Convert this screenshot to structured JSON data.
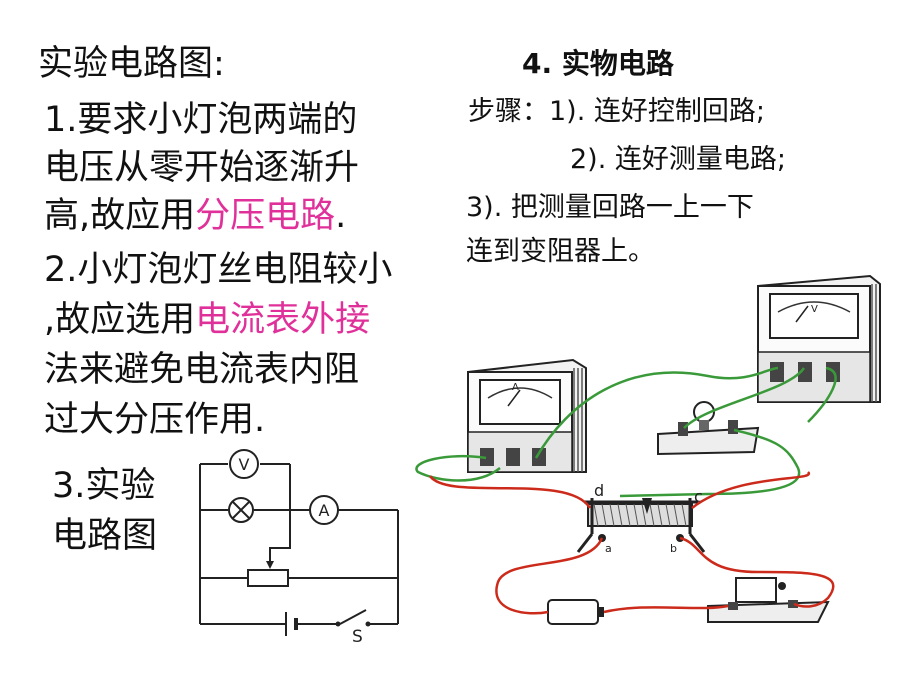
{
  "left": {
    "title": "实验电路图:",
    "point1": {
      "line1": "1.要求小灯泡两端的",
      "line2": "电压从零开始逐渐升",
      "line3_plain": "高,故应用",
      "line3_highlight": "分压电路",
      "line3_end": "."
    },
    "point2": {
      "line1": "2.小灯泡灯丝电阻较小",
      "line2_plain": ",故应选用",
      "line2_highlight": "电流表外接",
      "line3": "法来避免电流表内阻",
      "line4": "过大分压作用."
    },
    "point3": {
      "line1": "3.实验",
      "line2": "电路图"
    }
  },
  "right": {
    "title": "4. 实物电路",
    "steps_label": "步骤：",
    "step1": "1). 连好控制回路;",
    "step2": "2). 连好测量电路;",
    "step3_line1": "3). 把测量回路一上一下",
    "step3_line2": "连到变阻器上。"
  },
  "schematic": {
    "voltmeter": "V",
    "ammeter": "A",
    "switch": "S"
  },
  "apparatus": {
    "ammeter_label": "A",
    "voltmeter_label": "V",
    "terminal_d": "d",
    "terminal_c": "c",
    "terminal_a": "a",
    "terminal_b": "b"
  },
  "colors": {
    "highlight": "#e0309a",
    "wire_green": "#3a9a3a",
    "wire_red": "#cc2a1a"
  }
}
